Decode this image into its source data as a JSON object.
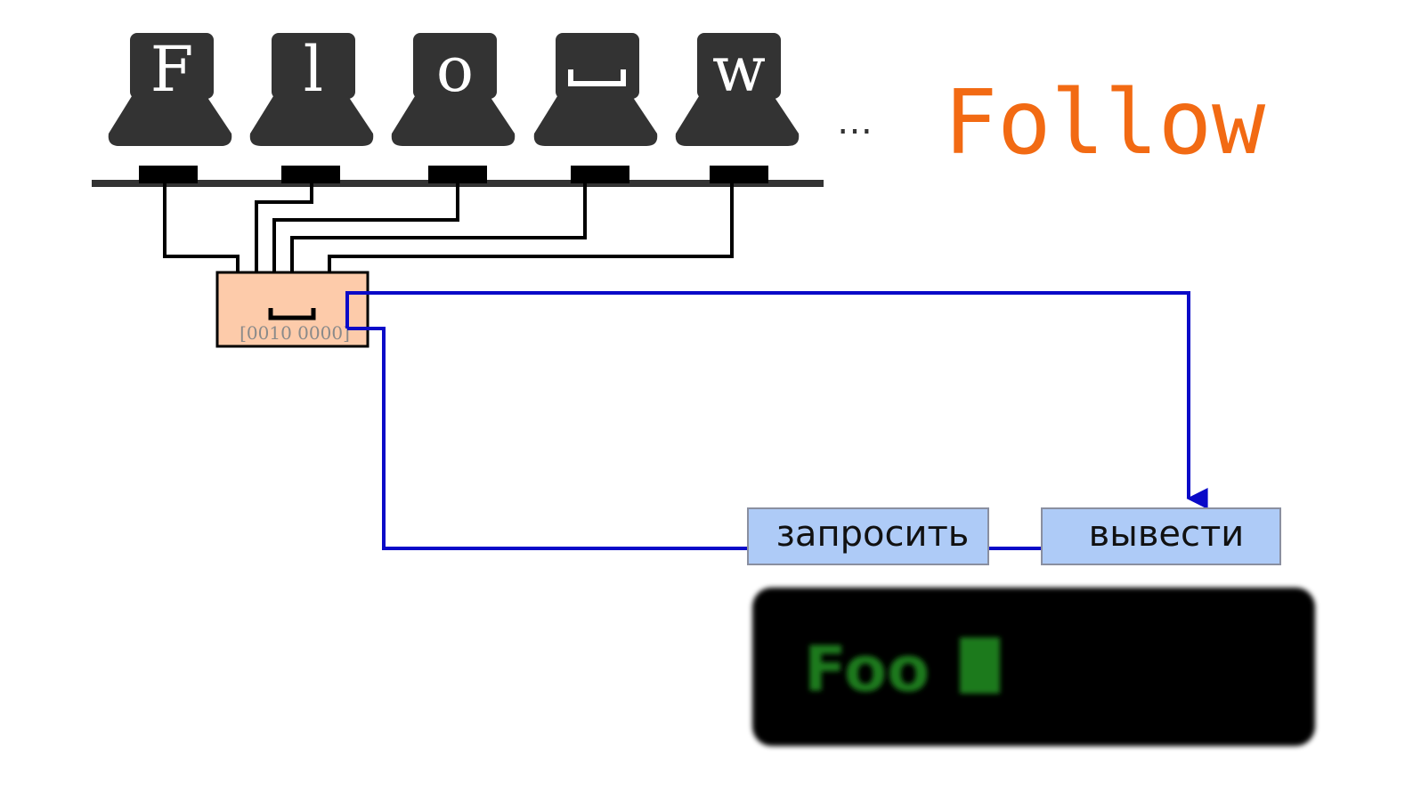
{
  "keyboard": {
    "keys": [
      {
        "label": "F",
        "space": false
      },
      {
        "label": "l",
        "space": false
      },
      {
        "label": "o",
        "space": false
      },
      {
        "label": "",
        "space": true
      },
      {
        "label": "w",
        "space": false
      }
    ],
    "ellipsis": "…",
    "word": "Follow"
  },
  "buffer": {
    "code": "[0010 0000]"
  },
  "buttons": {
    "request": "запросить",
    "print": "вывести"
  },
  "terminal": {
    "text": "Foo"
  },
  "colors": {
    "key": "#333333",
    "word": "#f26a13",
    "buffer_fill": "#fdcbaa",
    "button_fill": "#aecbf7",
    "wire": "#0a0ac8",
    "terminal_text": "#1f7a1f"
  }
}
